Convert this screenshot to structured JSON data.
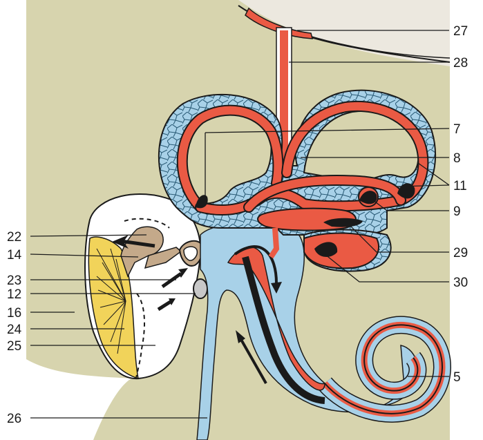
{
  "labels": {
    "l27": "27",
    "l28": "28",
    "l7": "7",
    "l8": "8",
    "l11": "11",
    "l9": "9",
    "l29": "29",
    "l30": "30",
    "l5": "5",
    "l22": "22",
    "l14": "14",
    "l23": "23",
    "l12": "12",
    "l16": "16",
    "l24": "24",
    "l25": "25",
    "l26": "26"
  },
  "colors": {
    "background": "#d7d4ae",
    "bone_cap": "#ece8df",
    "perilymph": "#a8d1e8",
    "endolymph": "#ea5a44",
    "ossicle": "#c4a98a",
    "tympanic_membrane": "#f1d35a",
    "dark_marks": "#1a1a1a",
    "tissue_white": "#ffffff"
  }
}
